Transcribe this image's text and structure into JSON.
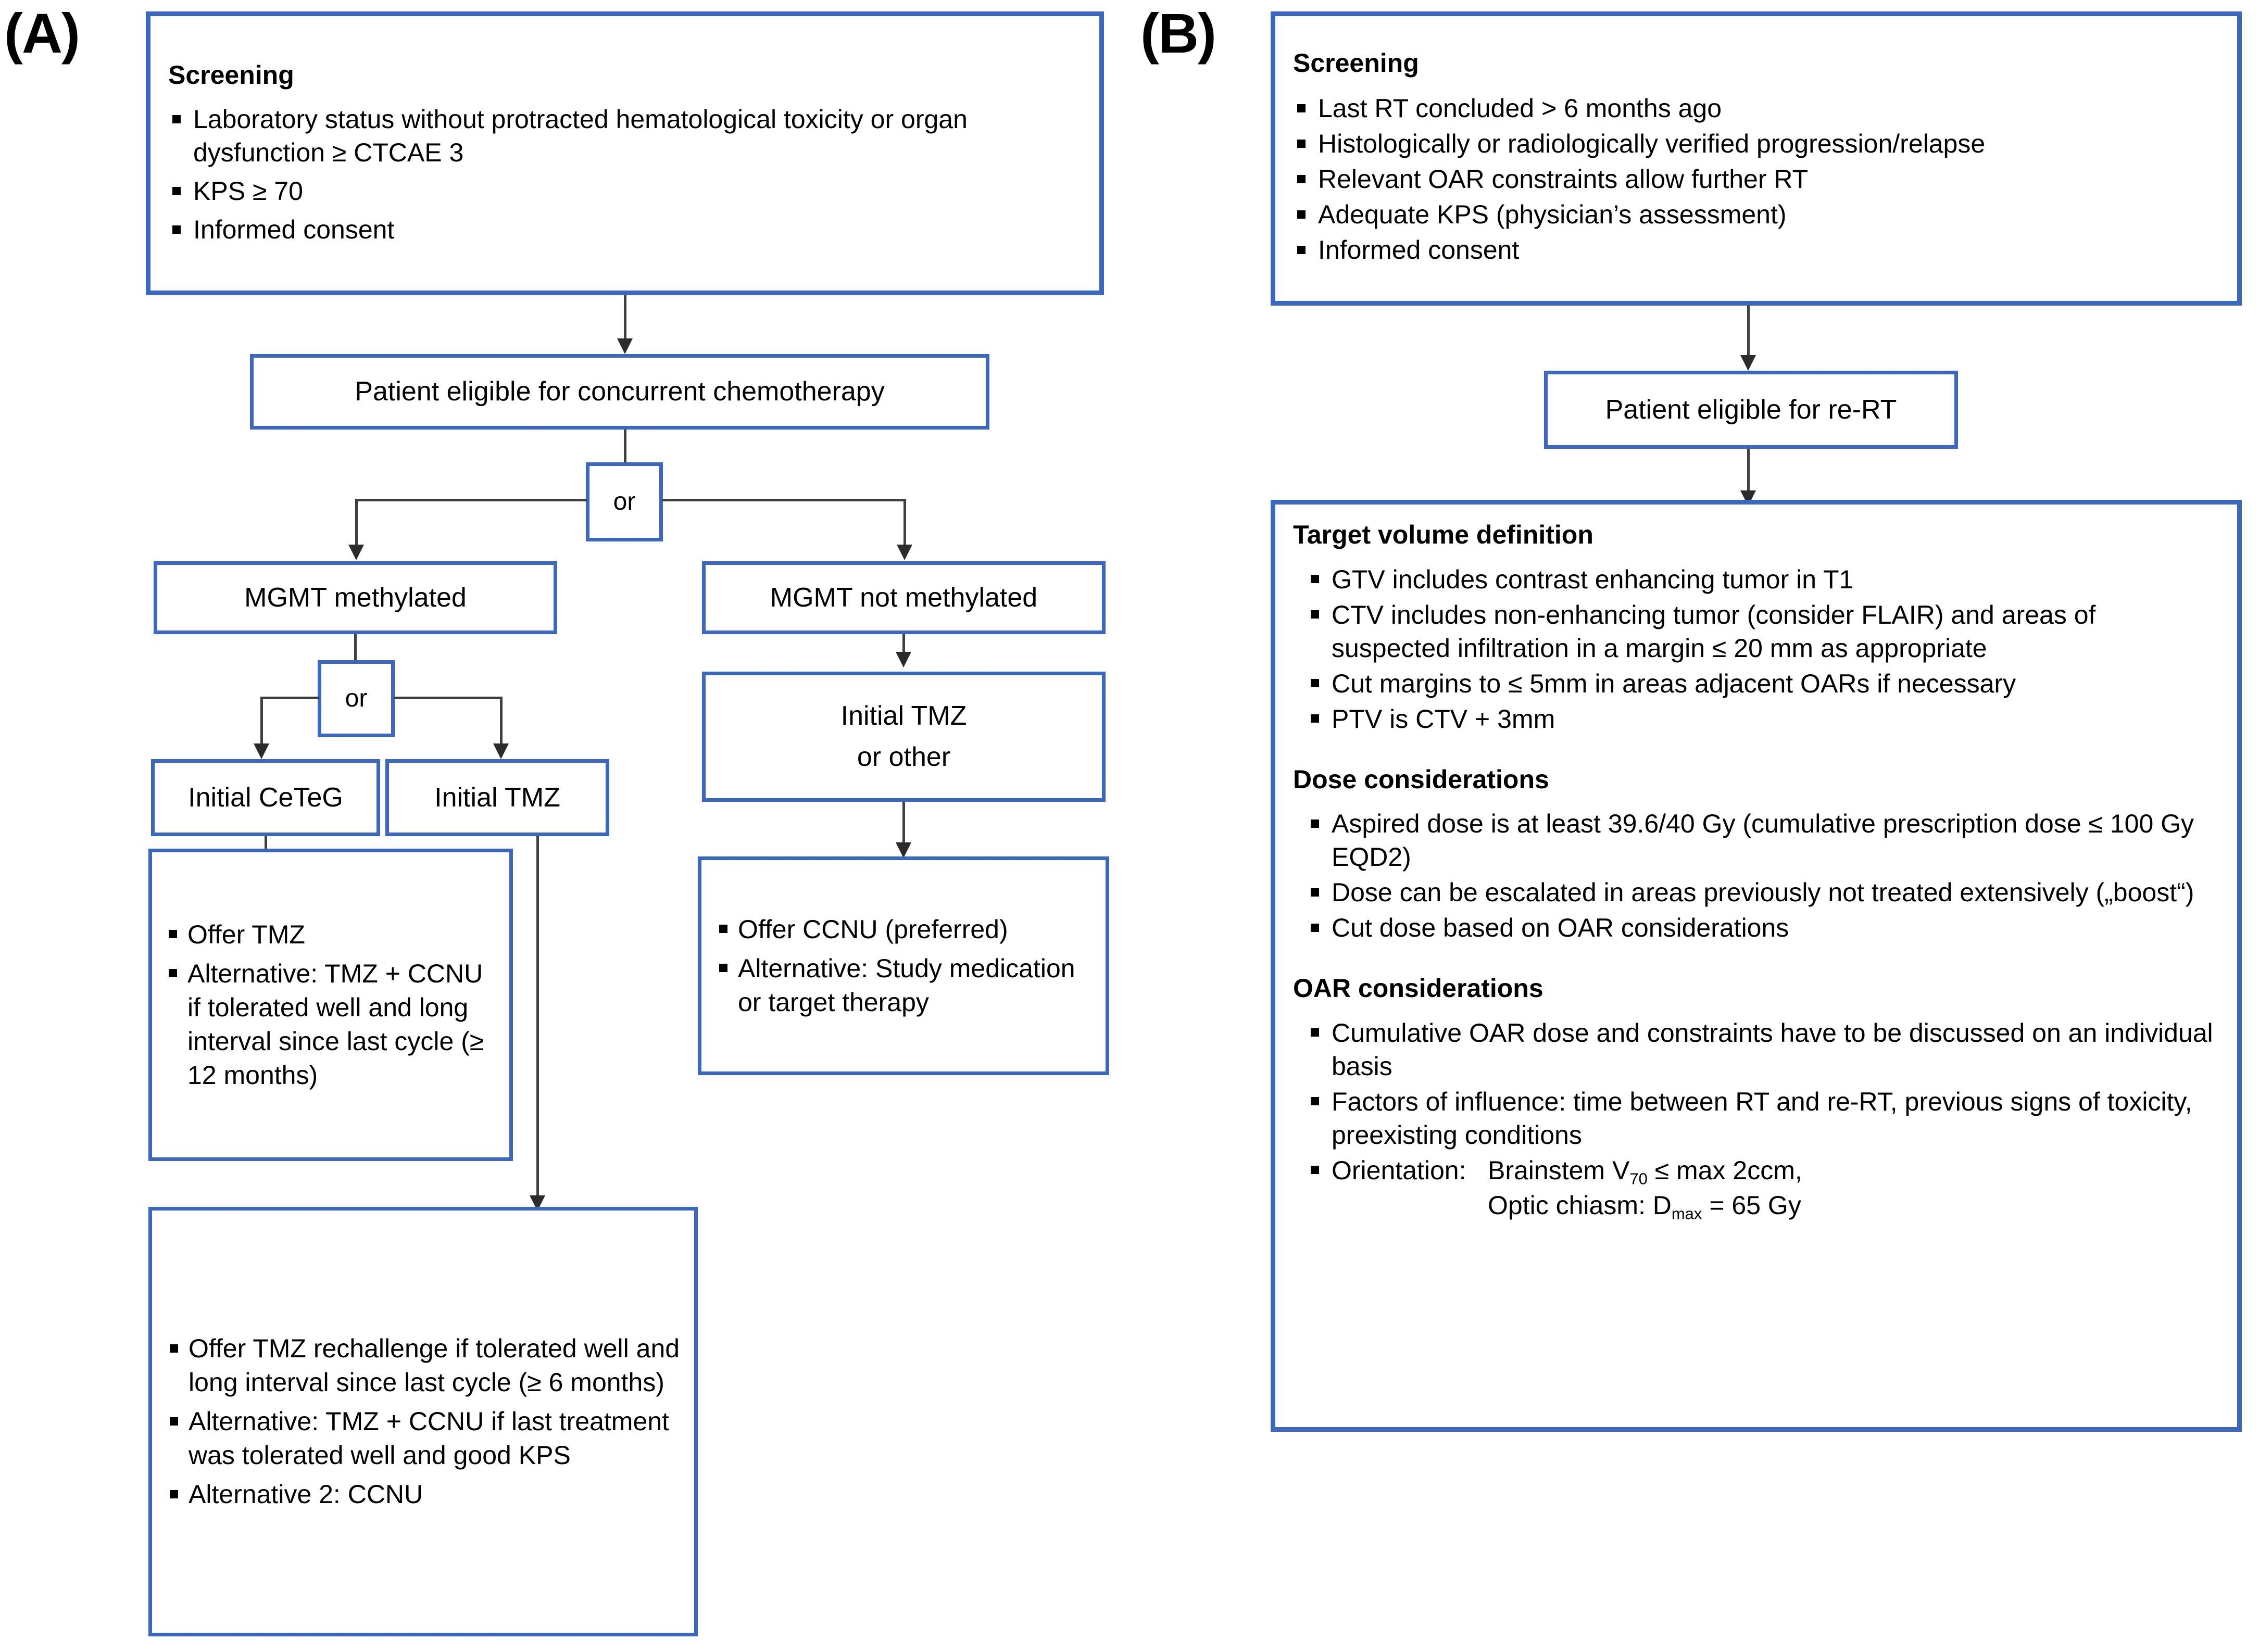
{
  "panels": [
    {
      "label": "(A)",
      "screening": {
        "title": "Screening",
        "bullets": [
          "Laboratory status without protracted hematological toxicity or organ dysfunction ≥ CTCAE 3",
          "KPS ≥ 70",
          "Informed consent"
        ]
      },
      "eligible_box": "Patient eligible for concurrent chemotherapy",
      "or_1": "or",
      "mgmt_methylated": "MGMT methylated",
      "mgmt_not_methylated": "MGMT not methylated",
      "or_2": "or",
      "initial_ceteg": "Initial CeTeG",
      "initial_tmz": "Initial TMZ",
      "initial_tmz_or_other_line1": "Initial TMZ",
      "initial_tmz_or_other_line2": "or other",
      "offer_tmz_bullets": [
        "Offer TMZ",
        "Alternative: TMZ + CCNU if tolerated well and long interval since last cycle (≥ 12 months)"
      ],
      "offer_ccnu_bullets": [
        "Offer CCNU (preferred)",
        "Alternative: Study medication or target therapy"
      ],
      "rechallenge_bullets": [
        "Offer TMZ rechallenge if tolerated well and long interval since last cycle (≥ 6 months)",
        "Alternative: TMZ + CCNU if last treatment was tolerated well and good KPS",
        "Alternative 2: CCNU"
      ]
    },
    {
      "label": "(B)",
      "screening": {
        "title": "Screening",
        "bullets": [
          "Last RT concluded > 6 months ago",
          "Histologically or radiologically verified progression/relapse",
          "Relevant OAR constraints allow further RT",
          "Adequate KPS (physician’s assessment)",
          "Informed consent"
        ]
      },
      "eligible_box": "Patient eligible for re-RT",
      "sections": [
        {
          "heading": "Target volume definition",
          "bullets": [
            "GTV includes contrast enhancing tumor in T1",
            "CTV includes non-enhancing tumor (consider FLAIR) and areas of suspected infiltration in a margin ≤ 20 mm as appropriate",
            "Cut margins to ≤ 5mm in areas adjacent OARs if necessary",
            "PTV is CTV + 3mm"
          ]
        },
        {
          "heading": "Dose considerations",
          "bullets": [
            "Aspired dose is at least 39.6/40 Gy (cumulative prescription dose ≤ 100 Gy EQD2)",
            "Dose can be escalated in areas previously not treated extensively („boost“)",
            "Cut dose based on OAR considerations"
          ]
        },
        {
          "heading": "OAR considerations",
          "bullets": [
            "Cumulative OAR dose and constraints have to be discussed on an individual basis",
            "Factors of influence: time between RT and re-RT, previous signs of toxicity, preexisting conditions"
          ],
          "orientation": {
            "label": "Orientation:",
            "line1_prefix": "Brainstem V",
            "line1_sub": "70",
            "line1_suffix": " ≤ max 2ccm,",
            "line2_prefix": "Optic chiasm: D",
            "line2_sub": "max",
            "line2_suffix": " = 65 Gy"
          }
        }
      ]
    }
  ],
  "colors": {
    "box_border": "#3a67c4",
    "connector": "#3f3f3f",
    "text": "#000000",
    "background": "#ffffff"
  }
}
